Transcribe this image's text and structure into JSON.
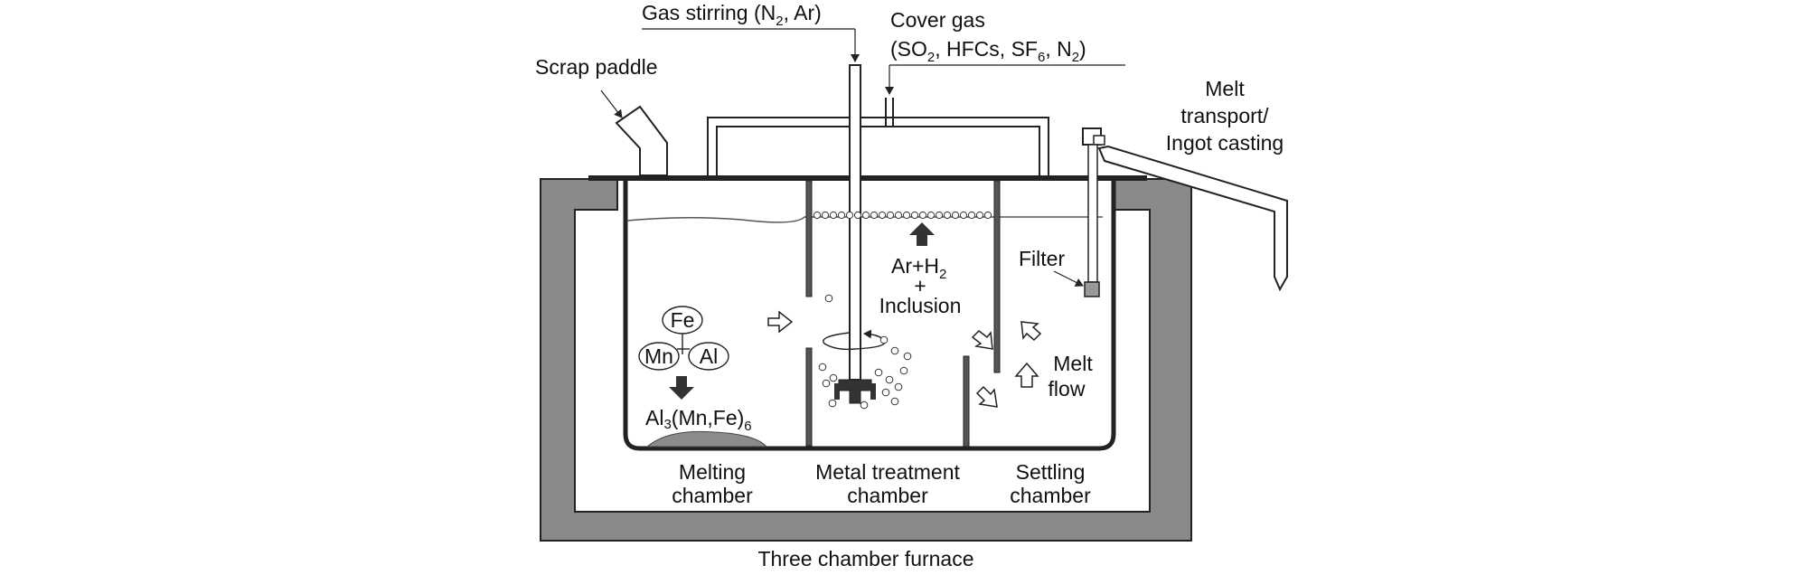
{
  "labels": {
    "gas_stirring": "Gas stirring (N",
    "gas_stirring_sub": "2",
    "gas_stirring_end": ", Ar)",
    "cover_gas_line1": "Cover gas",
    "cover_gas_line2_a": "(SO",
    "cover_gas_line2_sub1": "2",
    "cover_gas_line2_b": ", HFCs, SF",
    "cover_gas_line2_sub2": "6",
    "cover_gas_line2_c": ", N",
    "cover_gas_line2_sub3": "2",
    "cover_gas_line2_d": ")",
    "scrap_paddle": "Scrap paddle",
    "melt_transport_1": "Melt",
    "melt_transport_2": "transport/",
    "melt_transport_3": "Ingot casting",
    "filter": "Filter",
    "ar_h2_a": "Ar+H",
    "ar_h2_sub": "2",
    "plus": "+",
    "inclusion": "Inclusion",
    "melt_flow_1": "Melt",
    "melt_flow_2": "flow",
    "fe": "Fe",
    "mn": "Mn",
    "al": "Al",
    "compound_a": "Al",
    "compound_sub1": "3",
    "compound_b": "(Mn,Fe)",
    "compound_sub2": "6",
    "melting_1": "Melting",
    "melting_2": "chamber",
    "treatment_1": "Metal treatment",
    "treatment_2": "chamber",
    "settling_1": "Settling",
    "settling_2": "chamber",
    "caption": "Three chamber furnace"
  },
  "colors": {
    "refractory": "#8a8a8a",
    "line": "#222222",
    "arrow_dark": "#333333",
    "sediment": "#8c8c8c"
  }
}
